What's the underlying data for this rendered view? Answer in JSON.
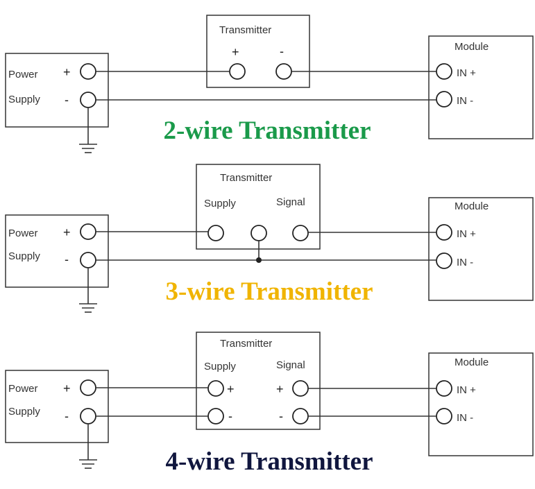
{
  "colors": {
    "two_wire_title": "#1a9a4a",
    "three_wire_title": "#f0b400",
    "four_wire_title": "#10163e"
  },
  "common": {
    "power": "Power",
    "supply": "Supply",
    "transmitter": "Transmitter",
    "module": "Module",
    "in_plus": "IN +",
    "in_minus": "IN -",
    "plus": "+",
    "minus": "-",
    "supply_label": "Supply",
    "signal_label": "Signal"
  },
  "diagrams": [
    {
      "title": "2-wire Transmitter"
    },
    {
      "title": "3-wire Transmitter"
    },
    {
      "title": "4-wire Transmitter"
    }
  ]
}
